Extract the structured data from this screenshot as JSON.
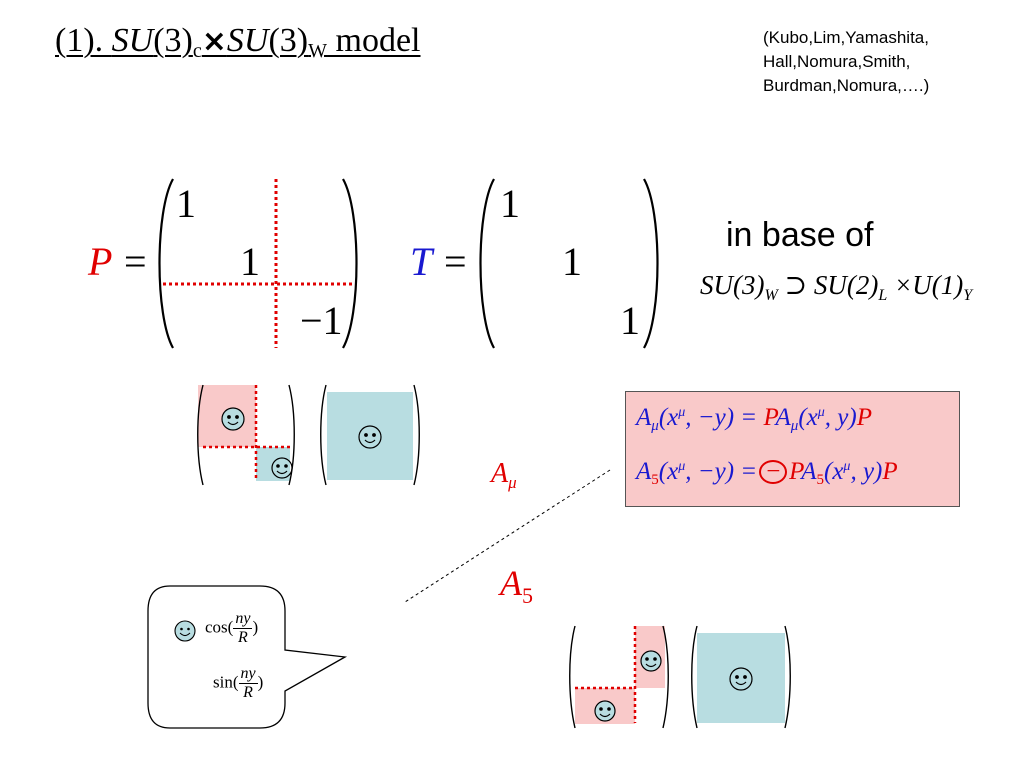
{
  "title": {
    "prefix": "(1). ",
    "su": "SU",
    "three": "(3)",
    "sub_c": "c",
    "times": "×",
    "sub_w": "W",
    "suffix": " model"
  },
  "references": [
    "(Kubo,Lim,Yamashita,",
    "Hall,Nomura,Smith,",
    "Burdman,Nomura,….)"
  ],
  "matrix_P": {
    "symbol": "P",
    "equals": "=",
    "entries": [
      "1",
      "1",
      "−1"
    ]
  },
  "matrix_T": {
    "symbol": "T",
    "equals": "=",
    "entries": [
      "1",
      "1",
      "1"
    ]
  },
  "basis": {
    "text": "in base of",
    "formula": {
      "part1": "SU(3)",
      "sub1": "W",
      "part2": " ⊃ SU(2)",
      "sub2": "L",
      "part3": " ×U(1)",
      "sub3": "Y"
    }
  },
  "boundary_conditions": {
    "eq1": {
      "lhs": "A",
      "lhs_sub": "μ",
      "arg1": "(x",
      "arg1_sup": "μ",
      "arg1_end": ", −y) = ",
      "P1": "P",
      "rhs": "A",
      "rhs_sub": "μ",
      "arg2": "(x",
      "arg2_sup": "μ",
      "arg2_end": ", y)",
      "P2": "P"
    },
    "eq2": {
      "lhs": "A",
      "lhs_sub": "5",
      "arg1": "(x",
      "arg1_sup": "μ",
      "arg1_end": ", −y) =",
      "minus": "−",
      "P1": "P",
      "rhs": "A",
      "rhs_sub": "5",
      "arg2": "(x",
      "arg2_sup": "μ",
      "arg2_end": ", y)",
      "P2": "P"
    }
  },
  "field_labels": {
    "amu": "A",
    "amu_sub": "μ",
    "a5": "A",
    "a5_sub": "5"
  },
  "mode_functions": {
    "cos": {
      "fn": "cos(",
      "num": "ny",
      "den": "R",
      "close": ")"
    },
    "sin": {
      "fn": "sin(",
      "num": "ny",
      "den": "R",
      "close": ")"
    }
  },
  "colors": {
    "red": "#e00000",
    "blue": "#1919d0",
    "pink_fill": "#f9c9c9",
    "teal_fill": "#b8dde1",
    "dotted_red": "#e00000"
  }
}
